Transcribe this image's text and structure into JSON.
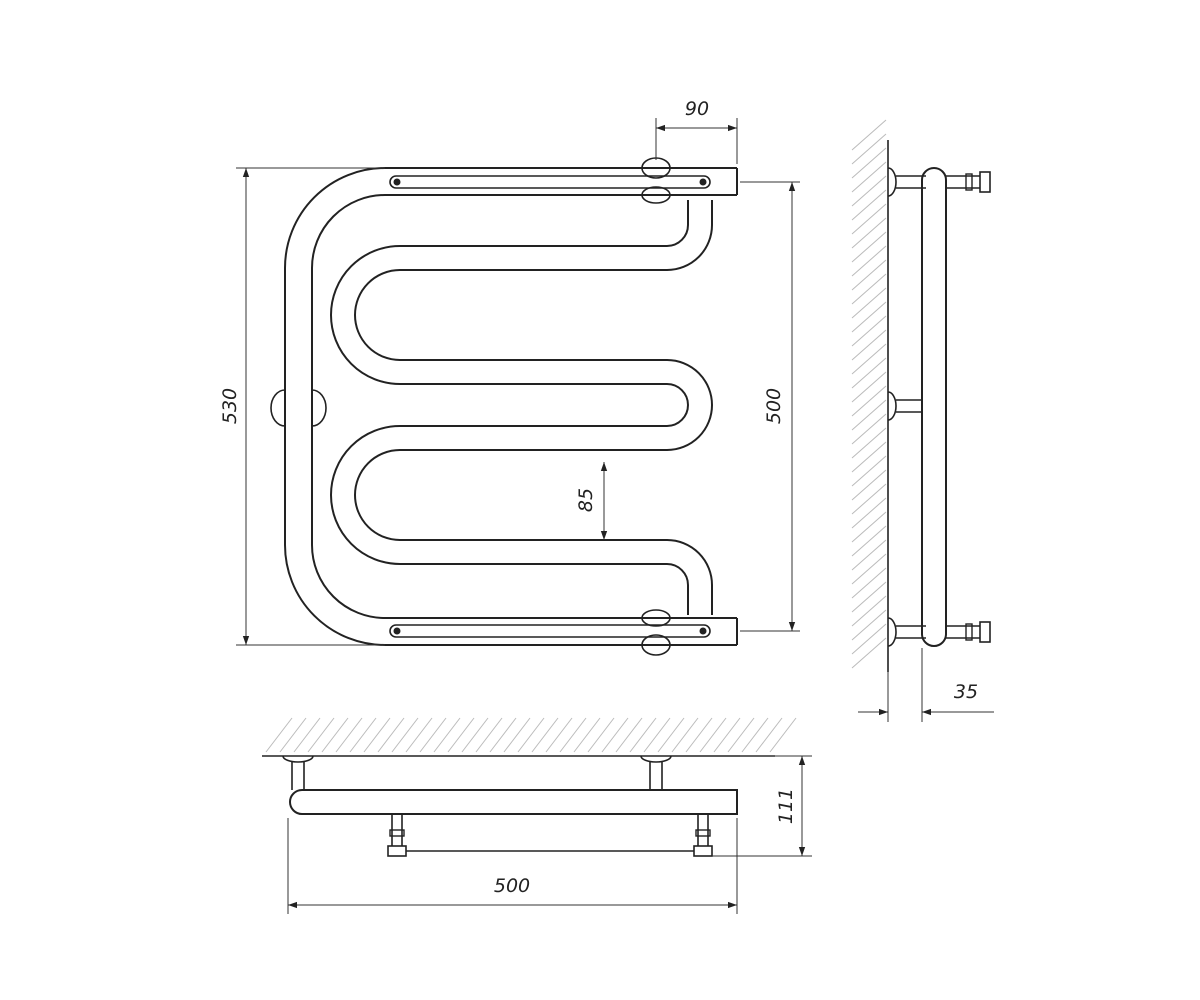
{
  "dimensions": {
    "top_offset": "90",
    "overall_height": "530",
    "center_distance": "500",
    "loop_pitch": "85",
    "wall_offset": "35",
    "depth": "111",
    "width": "500"
  },
  "colors": {
    "line": "#222222",
    "hatch": "#bbbbbb"
  }
}
